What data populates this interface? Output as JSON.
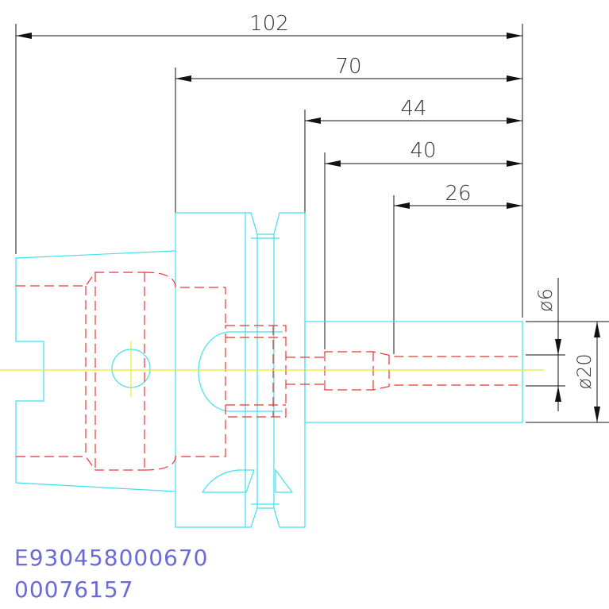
{
  "dimensions": {
    "overall_length": "102",
    "length_70": "70",
    "length_44": "44",
    "length_40": "40",
    "length_26": "26",
    "bore_diameter": "ø6",
    "shank_diameter": "ø20"
  },
  "identifiers": {
    "part_number": "E930458000670",
    "code": "00076157"
  },
  "colors": {
    "outline": "#40e0f0",
    "hidden": "#ee3333",
    "centerline": "#e8e830",
    "dimension": "#111111",
    "text": "#6a6ad8"
  }
}
